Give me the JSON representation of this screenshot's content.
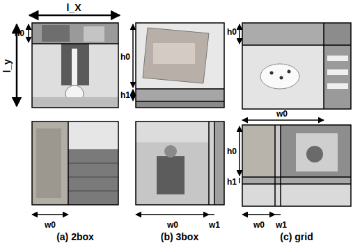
{
  "diagram": {
    "labels": [
      "l_X",
      "h0",
      "l_y",
      "h0",
      "h1",
      "h0",
      "w0",
      "w0",
      "w0",
      "w1",
      "h0",
      "h1",
      "w0",
      "w1",
      "(a) 2box",
      "(b) 3box",
      "(c) grid"
    ]
  }
}
